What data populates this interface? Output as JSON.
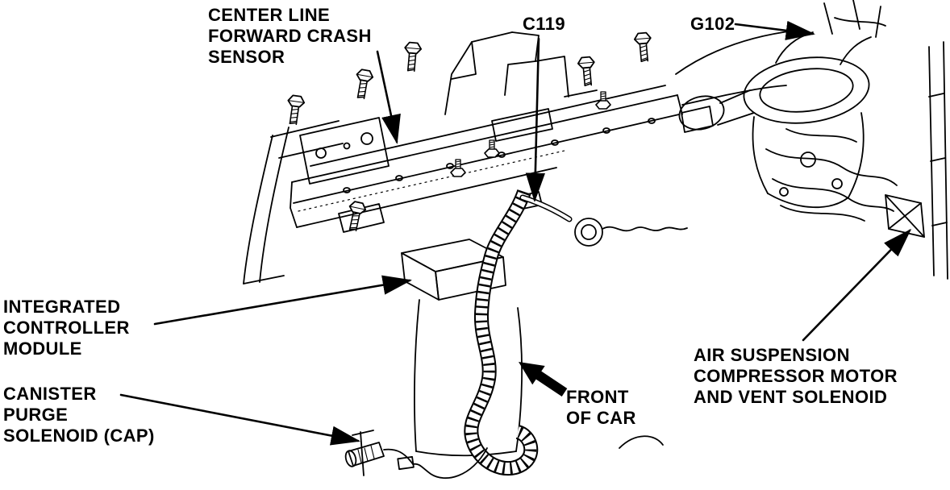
{
  "diagram": {
    "colors": {
      "background": "#ffffff",
      "ink": "#000000"
    },
    "labels": {
      "crash_sensor": {
        "text": "CENTER LINE\nFORWARD CRASH\nSENSOR"
      },
      "c119": {
        "text": "C119"
      },
      "g102": {
        "text": "G102"
      },
      "integrated_controller": {
        "text": "INTEGRATED\nCONTROLLER\nMODULE"
      },
      "canister_purge": {
        "text": "CANISTER\nPURGE\nSOLENOID (CAP)"
      },
      "front_of_car": {
        "text": "FRONT\nOF CAR"
      },
      "air_suspension": {
        "text": "AIR SUSPENSION\nCOMPRESSOR MOTOR\nAND VENT SOLENOID"
      }
    }
  }
}
